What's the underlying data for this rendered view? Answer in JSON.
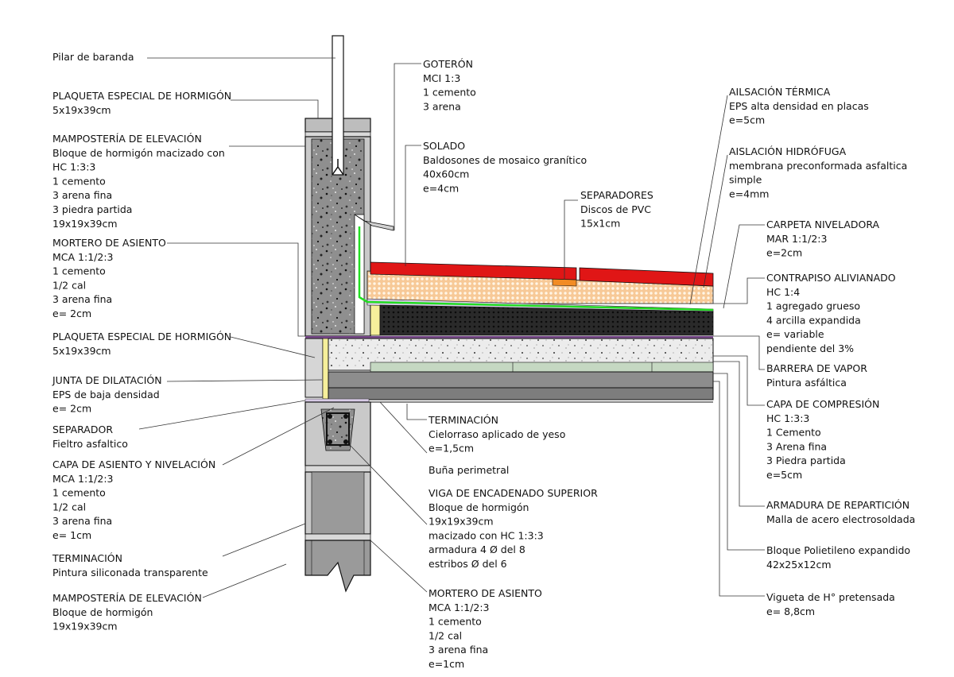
{
  "colors": {
    "tile": "#e01616",
    "mortar_orange": "#f7c997",
    "waterproof_green": "#22dd22",
    "eps_yellow": "#f6ef9b",
    "light_concrete": "#ececec",
    "block_grey": "#c4c4c4",
    "joist_grey": "#8d8d8d",
    "dark_fill": "#2a2a2a",
    "lavender": "#d7cbe6",
    "sage": "#c5d8c2"
  },
  "labels": {
    "pilar": [
      "Pilar de baranda"
    ],
    "plaqueta_top": [
      "PLAQUETA ESPECIAL DE HORMIGÓN",
      "5x19x39cm"
    ],
    "mamposteria_top": [
      "MAMPOSTERÍA DE ELEVACIÓN",
      "Bloque de hormigón macizado con",
      "HC 1:3:3",
      "1 cemento",
      "3 arena fina",
      "3 piedra partida",
      "19x19x39cm"
    ],
    "mortero_left": [
      "MORTERO DE ASIENTO",
      "MCA 1:1/2:3",
      "1 cemento",
      "1/2 cal",
      "3 arena fina",
      "e= 2cm"
    ],
    "plaqueta_mid": [
      "PLAQUETA ESPECIAL DE HORMIGÓN",
      "5x19x39cm"
    ],
    "junta": [
      "JUNTA DE DILATACIÓN",
      "EPS de baja densidad",
      "e= 2cm"
    ],
    "separador": [
      "SEPARADOR",
      "Fieltro asfaltico"
    ],
    "capa_asiento": [
      "CAPA DE ASIENTO Y NIVELACIÓN",
      "MCA 1:1/2:3",
      "1 cemento",
      "1/2 cal",
      "3 arena fina",
      "e= 1cm"
    ],
    "terminacion_left": [
      "TERMINACIÓN",
      "Pintura siliconada transparente"
    ],
    "mamposteria_bottom": [
      "MAMPOSTERÍA DE ELEVACIÓN",
      "Bloque de hormigón",
      "19x19x39cm"
    ],
    "goteron": [
      "GOTERÓN",
      "MCI 1:3",
      "1 cemento",
      "3 arena"
    ],
    "solado": [
      "SOLADO",
      "Baldosones de mosaico granítico",
      "40x60cm",
      "e=4cm"
    ],
    "separadores": [
      "SEPARADORES",
      "Discos de PVC",
      "15x1cm"
    ],
    "terminacion_mid": [
      "TERMINACIÓN",
      "Cielorraso aplicado de yeso",
      "e=1,5cm"
    ],
    "buna": [
      "Buña perimetral"
    ],
    "viga": [
      "VIGA DE ENCADENADO SUPERIOR",
      "Bloque de hormigón",
      "19x19x39cm",
      "macizado con HC 1:3:3",
      "armadura 4 Ø del 8",
      "estribos Ø del 6"
    ],
    "mortero_mid": [
      "MORTERO DE ASIENTO",
      "MCA 1:1/2:3",
      "1 cemento",
      "1/2 cal",
      "3 arena fina",
      "e=1cm"
    ],
    "aislacion_termica": [
      "AILSACIÓN TÉRMICA",
      "EPS alta densidad en placas",
      "e=5cm"
    ],
    "aislacion_hidrofuga": [
      "AISLACIÓN HIDRÓFUGA",
      "membrana preconformada asfaltica",
      "simple",
      "e=4mm"
    ],
    "carpeta": [
      "CARPETA NIVELADORA",
      "MAR 1:1/2:3",
      "e=2cm"
    ],
    "contrapiso": [
      "CONTRAPISO ALIVIANADO",
      "HC 1:4",
      "1 agregado grueso",
      "4 arcilla expandida",
      "e= variable",
      "pendiente del 3%"
    ],
    "barrera": [
      "BARRERA DE VAPOR",
      "Pintura asfáltica"
    ],
    "capa_compresion": [
      "CAPA DE COMPRESIÓN",
      "HC 1:3:3",
      "1 Cemento",
      "3 Arena fina",
      "3 Piedra partida",
      "e=5cm"
    ],
    "armadura": [
      "ARMADURA DE REPARTICIÓN",
      "Malla de acero electrosoldada"
    ],
    "bloque_poli": [
      "Bloque Polietileno expandido",
      "42x25x12cm"
    ],
    "vigueta": [
      "Vigueta de H° pretensada",
      "e= 8,8cm"
    ]
  }
}
